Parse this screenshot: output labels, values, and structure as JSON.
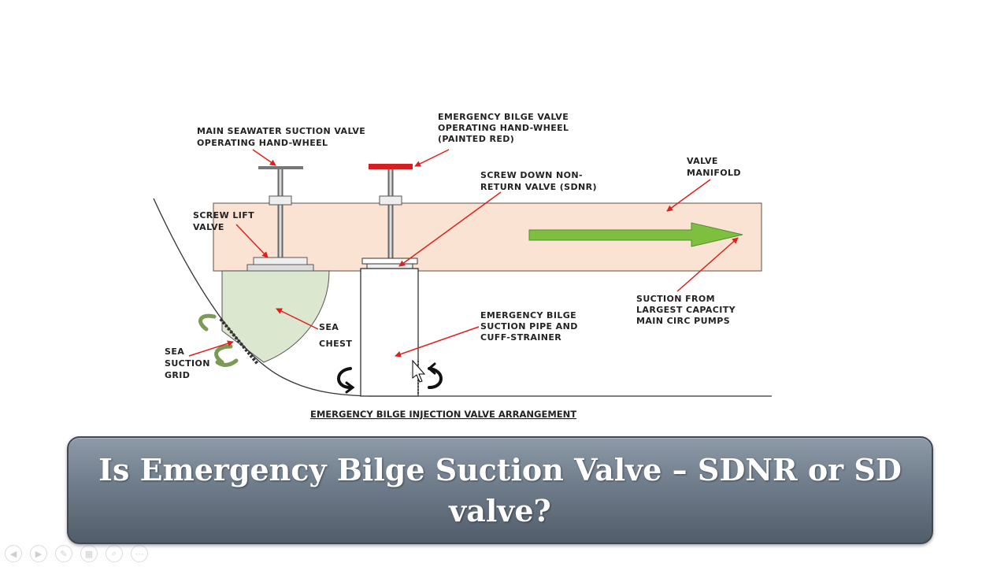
{
  "diagram": {
    "caption": "EMERGENCY BILGE INJECTION VALVE ARRANGEMENT",
    "labels": {
      "main_handwheel_1": "MAIN SEAWATER SUCTION VALVE",
      "main_handwheel_2": "OPERATING HAND-WHEEL",
      "emerg_handwheel_1": "EMERGENCY BILGE VALVE",
      "emerg_handwheel_2": "OPERATING HAND-WHEEL",
      "emerg_handwheel_3": "(PAINTED RED)",
      "sdnr_1": "SCREW DOWN NON-",
      "sdnr_2": "RETURN VALVE (SDNR)",
      "manifold_1": "VALVE",
      "manifold_2": "MANIFOLD",
      "screwlift_1": "SCREW LIFT",
      "screwlift_2": "VALVE",
      "seachest_1": "SEA",
      "seachest_2": "CHEST",
      "grid_1": "SEA",
      "grid_2": "SUCTION",
      "grid_3": "GRID",
      "pipe_1": "EMERGENCY BILGE",
      "pipe_2": "SUCTION PIPE AND",
      "pipe_3": "CUFF-STRAINER",
      "pumps_1": "SUCTION FROM",
      "pumps_2": "LARGEST CAPACITY",
      "pumps_3": "MAIN CIRC PUMPS"
    },
    "colors": {
      "manifold": "#fbe3d3",
      "sea_chest": "#dbe7cf",
      "flow_arrow": "#7fbf3f",
      "pointer": "#e0201c",
      "handwheel_red": "#d42020"
    }
  },
  "banner": {
    "title": "Is Emergency Bilge Suction Valve – SDNR or SD valve?"
  }
}
